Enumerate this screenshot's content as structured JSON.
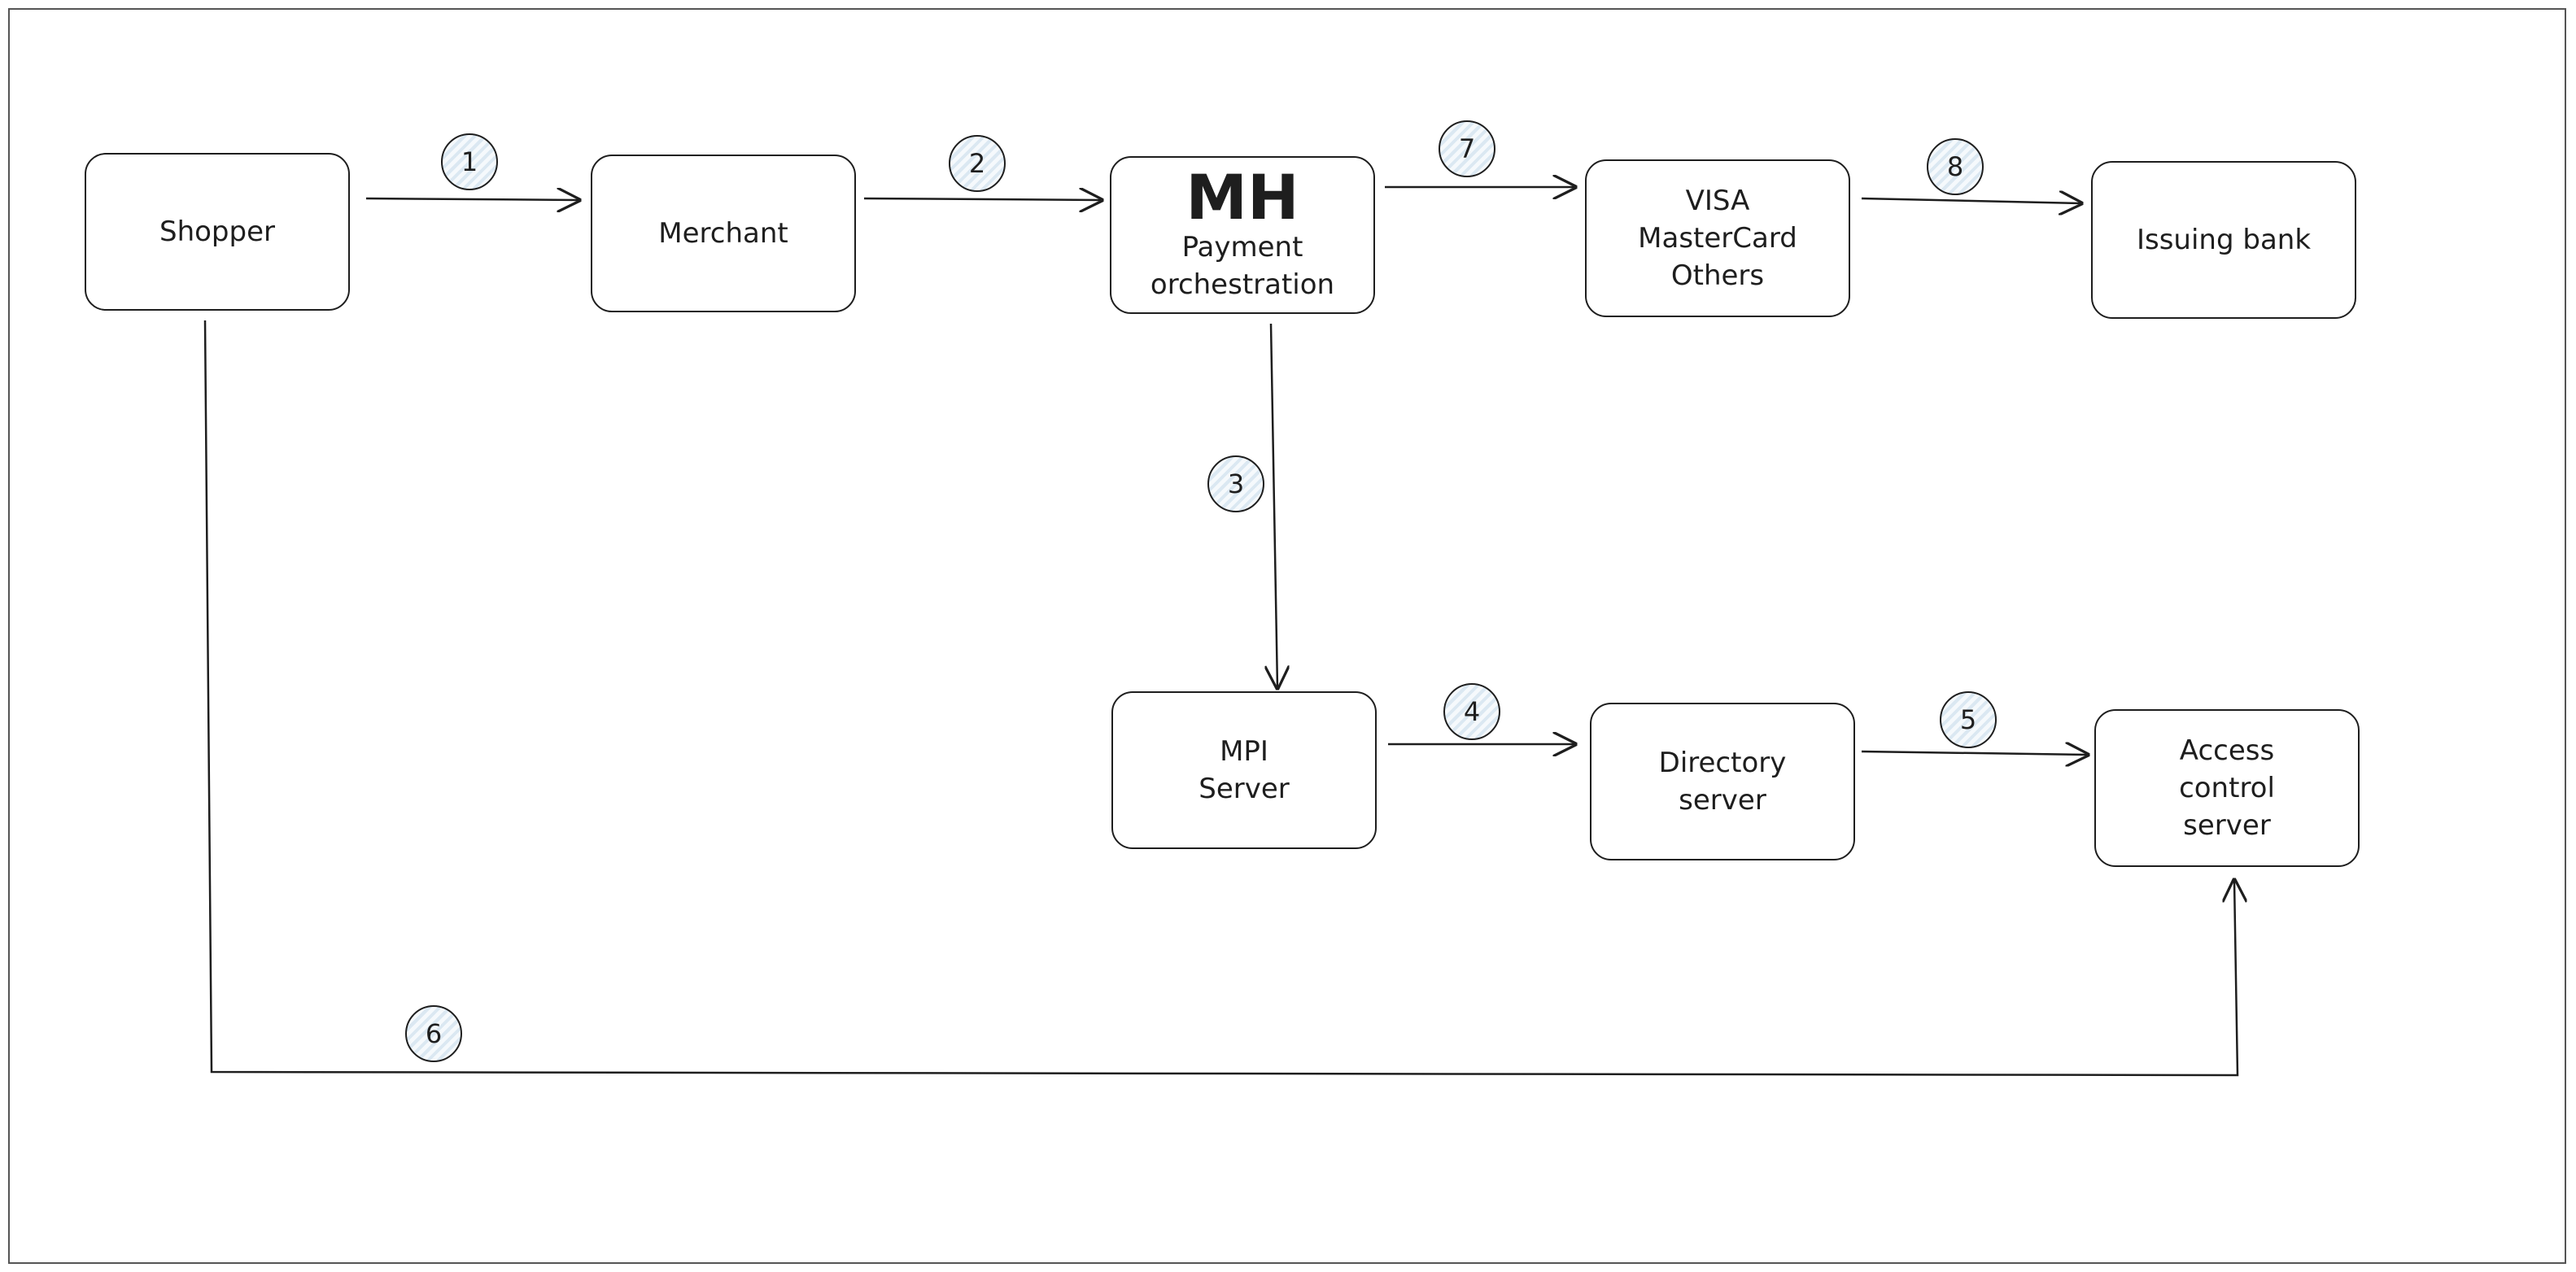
{
  "nodes": {
    "shopper": {
      "label": "Shopper"
    },
    "merchant": {
      "label": "Merchant"
    },
    "orchestration": {
      "logo": "MH",
      "label": "Payment\norchestration"
    },
    "card_networks": {
      "label": "VISA\nMasterCard\nOthers"
    },
    "issuing_bank": {
      "label": "Issuing bank"
    },
    "mpi_server": {
      "label": "MPI\nServer"
    },
    "directory_server": {
      "label": "Directory\nserver"
    },
    "access_control_server": {
      "label": "Access\ncontrol\nserver"
    }
  },
  "steps": [
    "1",
    "2",
    "3",
    "4",
    "5",
    "6",
    "7",
    "8"
  ],
  "edges": [
    {
      "from": "Shopper",
      "to": "Merchant",
      "step": "1"
    },
    {
      "from": "Merchant",
      "to": "Payment orchestration",
      "step": "2"
    },
    {
      "from": "Payment orchestration",
      "to": "MPI Server",
      "step": "3"
    },
    {
      "from": "MPI Server",
      "to": "Directory server",
      "step": "4"
    },
    {
      "from": "Directory server",
      "to": "Access control server",
      "step": "5"
    },
    {
      "from": "Shopper",
      "to": "Access control server",
      "step": "6"
    },
    {
      "from": "Payment orchestration",
      "to": "VISA MasterCard Others",
      "step": "7"
    },
    {
      "from": "VISA MasterCard Others",
      "to": "Issuing bank",
      "step": "8"
    }
  ],
  "colors": {
    "stroke": "#1e1e1e",
    "badge_fill": "#dbe8f2"
  }
}
